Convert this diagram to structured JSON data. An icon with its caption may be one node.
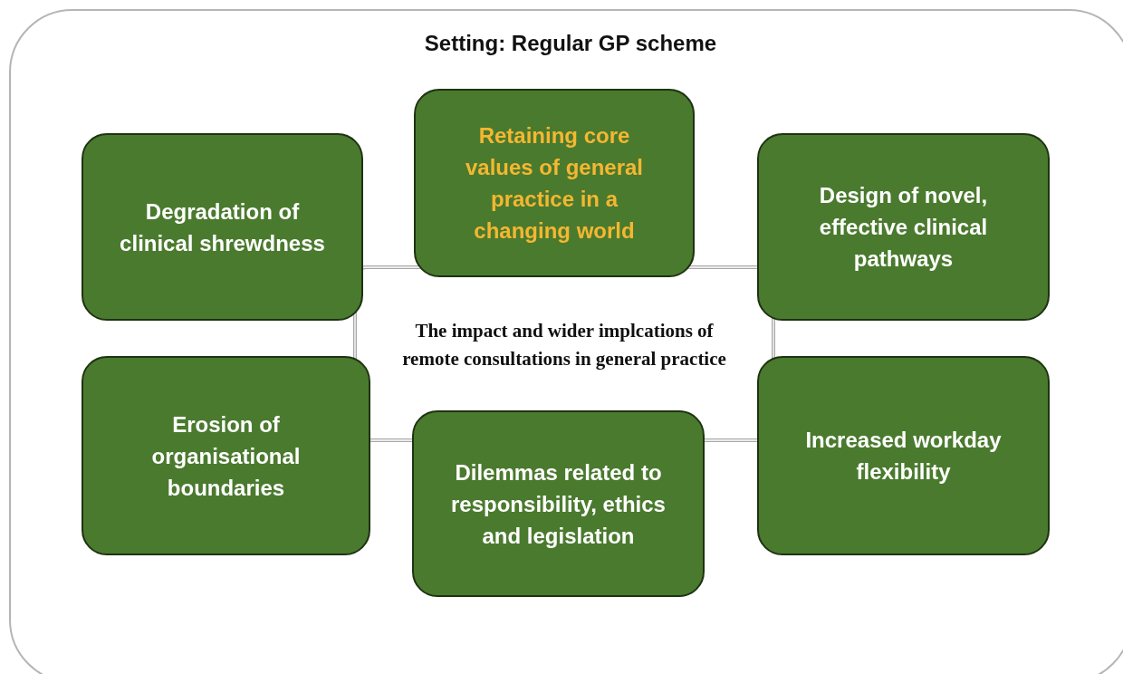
{
  "diagram": {
    "nodes": [
      {
        "text": [
          "Setting: Regular GP scheme"
        ]
      },
      {
        "text": [
          "Retaining core values of general practice in a changing world"
        ],
        "in": 0
      },
      {
        "text": [
          "Degradation of clinical shrewdness"
        ],
        "in": 0
      },
      {
        "text": [
          "Design of novel, effective clinical pathways"
        ],
        "in": 0
      },
      {
        "text": [
          "The impact and wider implcations of remote consultations in general practice"
        ],
        "in": 0
      },
      {
        "text": [
          "Erosion of organisational boundaries"
        ],
        "in": 0
      },
      {
        "text": [
          "Dilemmas related to responsibility, ethics and legislation"
        ],
        "in": 0
      },
      {
        "text": [
          "Increased workday flexibility"
        ],
        "in": 0
      }
    ]
  }
}
